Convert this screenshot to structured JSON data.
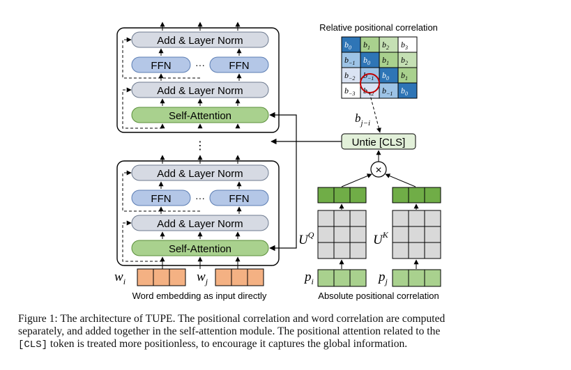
{
  "figure": {
    "add_norm_label": "Add & Layer Norm",
    "ffn_label": "FFN",
    "ellipsis_h": "···",
    "ellipsis_v": "⋮",
    "self_attention_label": "Self-Attention",
    "untie_label": "Untie [CLS]",
    "relative_title": "Relative positional correlation",
    "absolute_title": "Absolute positional correlation",
    "word_embedding_label": "Word embedding as input directly",
    "w_i": {
      "base": "w",
      "sub": "i"
    },
    "w_j": {
      "base": "w",
      "sub": "j"
    },
    "p_i": {
      "base": "p",
      "sub": "i"
    },
    "p_j": {
      "base": "p",
      "sub": "j"
    },
    "u_q": {
      "base": "U",
      "sup": "Q"
    },
    "u_k": {
      "base": "U",
      "sup": "K"
    },
    "bji": {
      "base": "b",
      "sub": "j−i"
    },
    "times_symbol": "×",
    "colors": {
      "layer_norm_fill": "#d6dae3",
      "ffn_fill": "#b4c7e7",
      "attention_fill": "#a9d18e",
      "untie_fill": "#e2f0d9",
      "word_embed_fill": "#f4b183",
      "dark_green": "#70ad47",
      "light_green": "#a9d18e",
      "gray_cell": "#d9d9d9"
    },
    "matrix": [
      [
        {
          "b": "b",
          "s": "0",
          "c": "#2e75b6",
          "t": "#ffffff"
        },
        {
          "b": "b",
          "s": "1",
          "c": "#a9d18e",
          "t": "#000000"
        },
        {
          "b": "b",
          "s": "2",
          "c": "#c5e0b4",
          "t": "#000000"
        },
        {
          "b": "b",
          "s": "3",
          "c": "#ffffff",
          "t": "#000000"
        }
      ],
      [
        {
          "b": "b",
          "s": "−1",
          "c": "#9dc3e6",
          "t": "#000000"
        },
        {
          "b": "b",
          "s": "0",
          "c": "#2e75b6",
          "t": "#ffffff"
        },
        {
          "b": "b",
          "s": "1",
          "c": "#a9d18e",
          "t": "#000000"
        },
        {
          "b": "b",
          "s": "2",
          "c": "#c5e0b4",
          "t": "#000000"
        }
      ],
      [
        {
          "b": "b",
          "s": "−2",
          "c": "#dae3f3",
          "t": "#000000"
        },
        {
          "b": "b",
          "s": "−1",
          "c": "#9dc3e6",
          "t": "#000000"
        },
        {
          "b": "b",
          "s": "0",
          "c": "#2e75b6",
          "t": "#ffffff"
        },
        {
          "b": "b",
          "s": "1",
          "c": "#a9d18e",
          "t": "#000000"
        }
      ],
      [
        {
          "b": "b",
          "s": "−3",
          "c": "#ffffff",
          "t": "#000000"
        },
        {
          "b": "b",
          "s": "−2",
          "c": "#dae3f3",
          "t": "#000000"
        },
        {
          "b": "b",
          "s": "−1",
          "c": "#9dc3e6",
          "t": "#000000"
        },
        {
          "b": "b",
          "s": "0",
          "c": "#2e75b6",
          "t": "#ffffff"
        }
      ]
    ]
  },
  "caption": {
    "line1": "Figure 1: The architecture of TUPE. The positional correlation and word correlation are computed",
    "line2": "separately, and added together in the self-attention module. The positional attention related to the",
    "line3_code": "[CLS]",
    "line3_rest": " token is treated more positionless, to encourage it captures the global information."
  }
}
